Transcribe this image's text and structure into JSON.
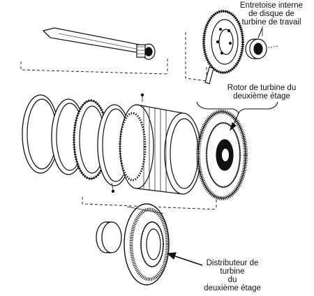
{
  "diagram": {
    "labels": {
      "spacer": {
        "lines": [
          "Entretoise interne",
          "de disque de",
          "turbine de travail"
        ]
      },
      "rotor": {
        "lines": [
          "Rotor de turbine du",
          "deuxième étage"
        ]
      },
      "nozzle": {
        "lines": [
          "Distributeur de",
          "turbine",
          "du",
          "deuxième étage"
        ]
      }
    }
  }
}
